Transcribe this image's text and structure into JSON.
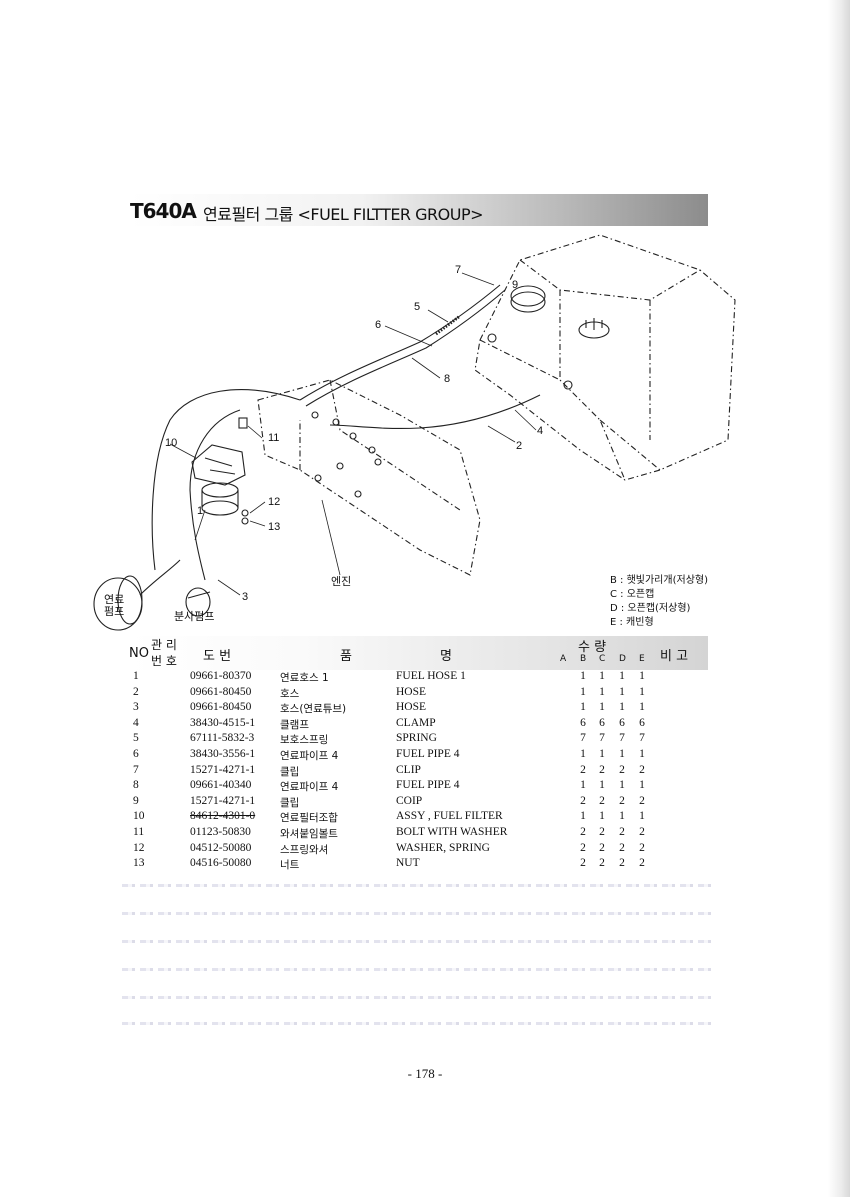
{
  "header": {
    "code": "T640A",
    "title": "연료필터 그룹 <FUEL FILTTER GROUP>"
  },
  "diagram": {
    "callouts": [
      "1",
      "2",
      "3",
      "4",
      "5",
      "6",
      "7",
      "8",
      "9",
      "10",
      "11",
      "12",
      "13"
    ],
    "label_engine": "엔진",
    "label_fuel_pump": [
      "연료",
      "펌프"
    ],
    "label_injection_pump": "분사펌프"
  },
  "legend": [
    "B : 햇빛가리개(저상형)",
    "C : 오픈캡",
    "D : 오픈캡(저상형)",
    "E : 캐빈형"
  ],
  "table": {
    "headers": {
      "no": "NO",
      "mgmt_top": "관 리",
      "mgmt_bottom": "번 호",
      "drawing": "도   번",
      "name_left": "품",
      "name_right": "명",
      "qty": "수   량",
      "remarks": "비  고",
      "qty_cols": [
        "A",
        "B",
        "C",
        "D",
        "E"
      ]
    },
    "rows": [
      {
        "no": "1",
        "part": "09661-80370",
        "ko": "연료호스 1",
        "en": "FUEL HOSE 1",
        "qty": [
          "1",
          "1",
          "1",
          "1"
        ]
      },
      {
        "no": "2",
        "part": "09661-80450",
        "ko": "호스",
        "en": "HOSE",
        "qty": [
          "1",
          "1",
          "1",
          "1"
        ]
      },
      {
        "no": "3",
        "part": "09661-80450",
        "ko": "호스(연료튜브)",
        "en": "HOSE",
        "qty": [
          "1",
          "1",
          "1",
          "1"
        ]
      },
      {
        "no": "4",
        "part": "38430-4515-1",
        "ko": "클램프",
        "en": "CLAMP",
        "qty": [
          "6",
          "6",
          "6",
          "6"
        ]
      },
      {
        "no": "5",
        "part": "67111-5832-3",
        "ko": "보호스프링",
        "en": "SPRING",
        "qty": [
          "7",
          "7",
          "7",
          "7"
        ]
      },
      {
        "no": "6",
        "part": "38430-3556-1",
        "ko": "연료파이프 4",
        "en": "FUEL PIPE 4",
        "qty": [
          "1",
          "1",
          "1",
          "1"
        ]
      },
      {
        "no": "7",
        "part": "15271-4271-1",
        "ko": "클립",
        "en": "CLIP",
        "qty": [
          "2",
          "2",
          "2",
          "2"
        ]
      },
      {
        "no": "8",
        "part": "09661-40340",
        "ko": "연료파이프 4",
        "en": "FUEL PIPE 4",
        "qty": [
          "1",
          "1",
          "1",
          "1"
        ]
      },
      {
        "no": "9",
        "part": "15271-4271-1",
        "ko": "클립",
        "en": "COIP",
        "qty": [
          "2",
          "2",
          "2",
          "2"
        ]
      },
      {
        "no": "10",
        "part": "84612-4301-0",
        "ko": "연료필터조합",
        "en": "ASSY , FUEL FILTER",
        "qty": [
          "1",
          "1",
          "1",
          "1"
        ]
      },
      {
        "no": "11",
        "part": "01123-50830",
        "ko": "와셔붙임볼트",
        "en": "BOLT WITH WASHER",
        "qty": [
          "2",
          "2",
          "2",
          "2"
        ]
      },
      {
        "no": "12",
        "part": "04512-50080",
        "ko": "스프링와셔",
        "en": "WASHER, SPRING",
        "qty": [
          "2",
          "2",
          "2",
          "2"
        ]
      },
      {
        "no": "13",
        "part": "04516-50080",
        "ko": "너트",
        "en": "NUT",
        "qty": [
          "2",
          "2",
          "2",
          "2"
        ]
      }
    ]
  },
  "footer": {
    "page_number": "- 178 -"
  }
}
